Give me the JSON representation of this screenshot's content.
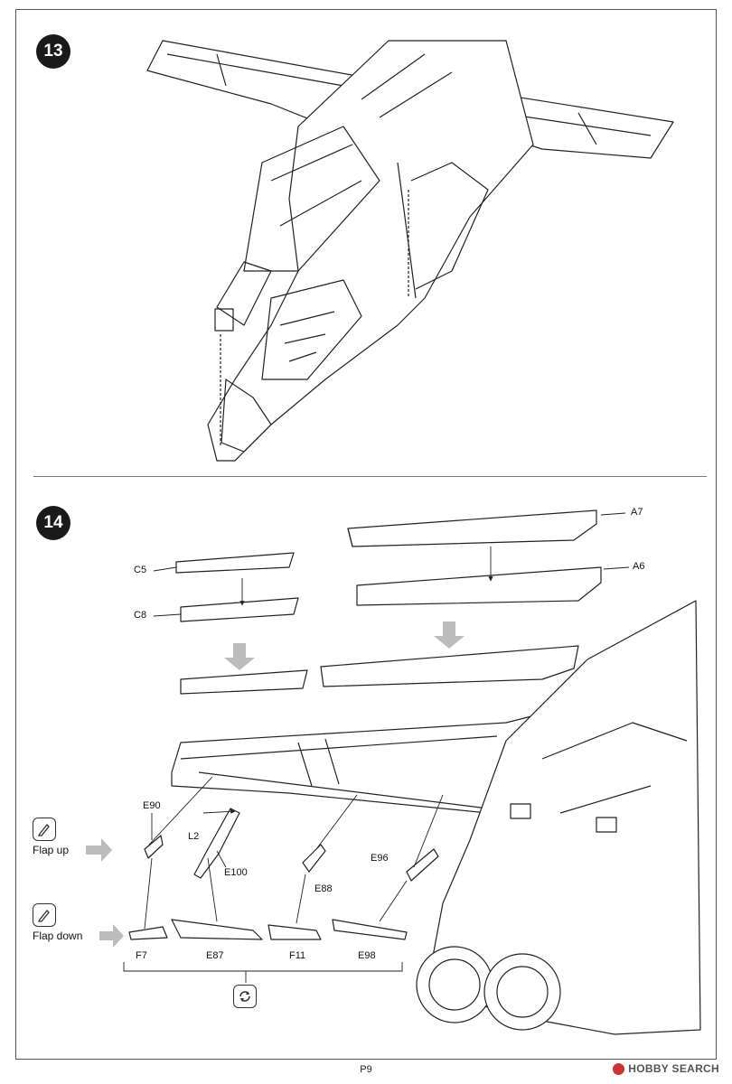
{
  "steps": {
    "step13": "13",
    "step14": "14"
  },
  "parts": {
    "A7": "A7",
    "A6": "A6",
    "C5": "C5",
    "C8": "C8",
    "E90": "E90",
    "L2": "L2",
    "E100": "E100",
    "E88": "E88",
    "E96": "E96",
    "F7": "F7",
    "E87": "E87",
    "F11": "F11",
    "E98": "E98"
  },
  "notes": {
    "flap_up": "Flap up",
    "flap_down": "Flap down"
  },
  "icons": {
    "option": "pencil-option-icon",
    "rotate": "rotate-arrows-icon",
    "arrow": "gray-arrow-icon"
  },
  "footer": {
    "page": "P9",
    "watermark": "HOBBY SEARCH"
  },
  "colors": {
    "ink": "#111111",
    "arrow_gray": "#b8b8b8",
    "badge": "#1a1a1a",
    "watermark_dot": "#cc3333"
  }
}
